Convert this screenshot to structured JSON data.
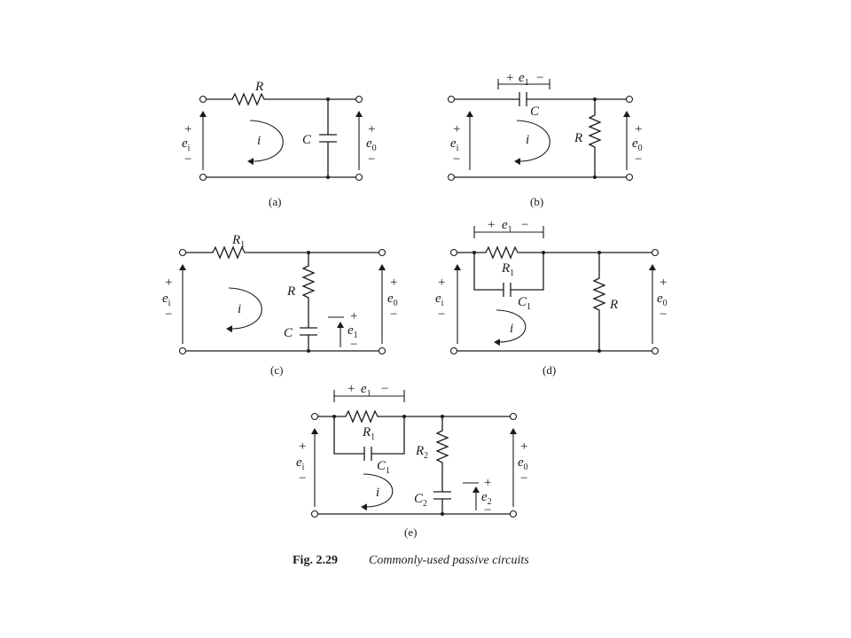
{
  "figure": {
    "number": "Fig. 2.29",
    "title": "Commonly-used passive circuits"
  },
  "panels": {
    "a": {
      "caption": "(a)",
      "input": "e",
      "input_sub": "i",
      "output": "e",
      "output_sub": "0",
      "R": "R",
      "C": "C",
      "current": "i"
    },
    "b": {
      "caption": "(b)",
      "input": "e",
      "input_sub": "i",
      "output": "e",
      "output_sub": "0",
      "R": "R",
      "C": "C",
      "current": "i",
      "cap_voltage": "e",
      "cap_voltage_sub": "1"
    },
    "c": {
      "caption": "(c)",
      "input": "e",
      "input_sub": "i",
      "output": "e",
      "output_sub": "0",
      "R1": "R",
      "R1_sub": "1",
      "R": "R",
      "C": "C",
      "current": "i",
      "tap": "e",
      "tap_sub": "1"
    },
    "d": {
      "caption": "(d)",
      "input": "e",
      "input_sub": "i",
      "output": "e",
      "output_sub": "0",
      "R1": "R",
      "R1_sub": "1",
      "C1": "C",
      "C1_sub": "1",
      "R": "R",
      "current": "i",
      "drop": "e",
      "drop_sub": "1"
    },
    "e": {
      "caption": "(e)",
      "input": "e",
      "input_sub": "i",
      "output": "e",
      "output_sub": "0",
      "R1": "R",
      "R1_sub": "1",
      "C1": "C",
      "C1_sub": "1",
      "R2": "R",
      "R2_sub": "2",
      "C2": "C",
      "C2_sub": "2",
      "current": "i",
      "drop": "e",
      "drop_sub": "1",
      "tap": "e",
      "tap_sub": "2"
    }
  },
  "signs": {
    "plus": "+",
    "minus": "−"
  }
}
